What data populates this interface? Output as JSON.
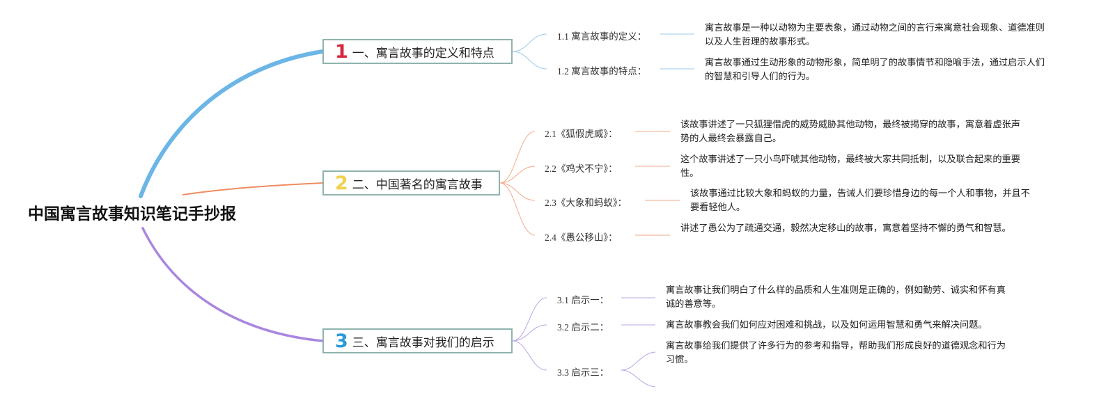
{
  "root": {
    "title": "中国寓言故事知识笔记手抄报"
  },
  "colors": {
    "branch1": "#6bb6e6",
    "branch2": "#ef8c62",
    "branch3": "#a986e0",
    "num1": "#d7263d",
    "num2": "#f2d04b",
    "num3": "#2a9ad8",
    "box_border": "#8fb4ad"
  },
  "branches": [
    {
      "number": "1",
      "label": "一、寓言故事的定义和特点",
      "items": [
        {
          "label": "1.1 寓言故事的定义：",
          "text": "寓言故事是一种以动物为主要表象，通过动物之间的言行来寓意社会现象、道德准则以及人生哲理的故事形式。"
        },
        {
          "label": "1.2 寓言故事的特点：",
          "text": "寓言故事通过生动形象的动物形象，简单明了的故事情节和隐喻手法，通过启示人们的智慧和引导人们的行为。"
        }
      ]
    },
    {
      "number": "2",
      "label": "二、中国著名的寓言故事",
      "items": [
        {
          "label": "2.1《狐假虎威》：",
          "text": "该故事讲述了一只狐狸借虎的威势威胁其他动物，最终被揭穿的故事，寓意着虚张声势的人最终会暴露自己。"
        },
        {
          "label": "2.2《鸡犬不宁》：",
          "text": "这个故事讲述了一只小鸟吓唬其他动物，最终被大家共同抵制，以及联合起来的重要性。"
        },
        {
          "label": "2.3《大象和蚂蚁》：",
          "text": "该故事通过比较大象和蚂蚁的力量，告诫人们要珍惜身边的每一个人和事物，并且不要看轻他人。"
        },
        {
          "label": "2.4《愚公移山》：",
          "text": "讲述了愚公为了疏通交通，毅然决定移山的故事，寓意着坚持不懈的勇气和智慧。"
        }
      ]
    },
    {
      "number": "3",
      "label": "三、寓言故事对我们的启示",
      "items": [
        {
          "label": "3.1 启示一：",
          "text": "寓言故事让我们明白了什么样的品质和人生准则是正确的，例如勤劳、诚实和怀有真诚的善意等。"
        },
        {
          "label": "3.2 启示二：",
          "text": "寓言故事教会我们如何应对困难和挑战，以及如何运用智慧和勇气来解决问题。"
        },
        {
          "label": "3.3 启示三：",
          "text": "寓言故事给我们提供了许多行为的参考和指导，帮助我们形成良好的道德观念和行为习惯。"
        }
      ]
    }
  ]
}
